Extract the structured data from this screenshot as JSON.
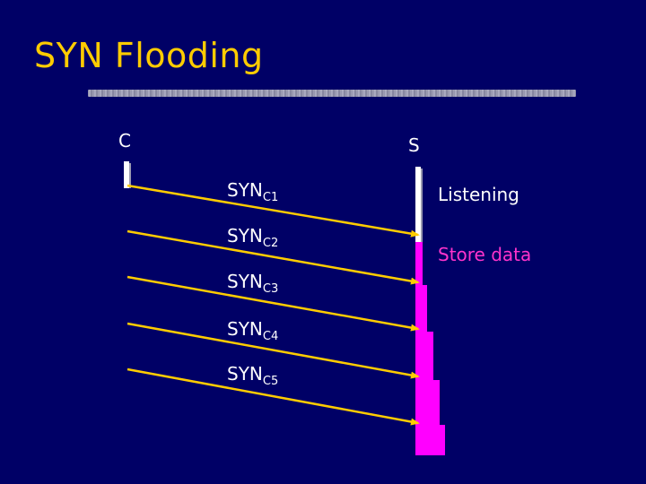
{
  "title": "SYN Flooding",
  "client_label": "C",
  "server_label": "S",
  "messages": [
    {
      "base": "SYN",
      "sub": "C1"
    },
    {
      "base": "SYN",
      "sub": "C2"
    },
    {
      "base": "SYN",
      "sub": "C3"
    },
    {
      "base": "SYN",
      "sub": "C4"
    },
    {
      "base": "SYN",
      "sub": "C5"
    }
  ],
  "server_states": {
    "listening": "Listening",
    "store": "Store data"
  },
  "colors": {
    "background": "#000066",
    "title": "#ffcc00",
    "arrow": "#ffcc00",
    "text": "#ffffff",
    "store_label": "#ff33cc",
    "storage_bar": "#ff00ff",
    "timeline": "#ffffff"
  }
}
